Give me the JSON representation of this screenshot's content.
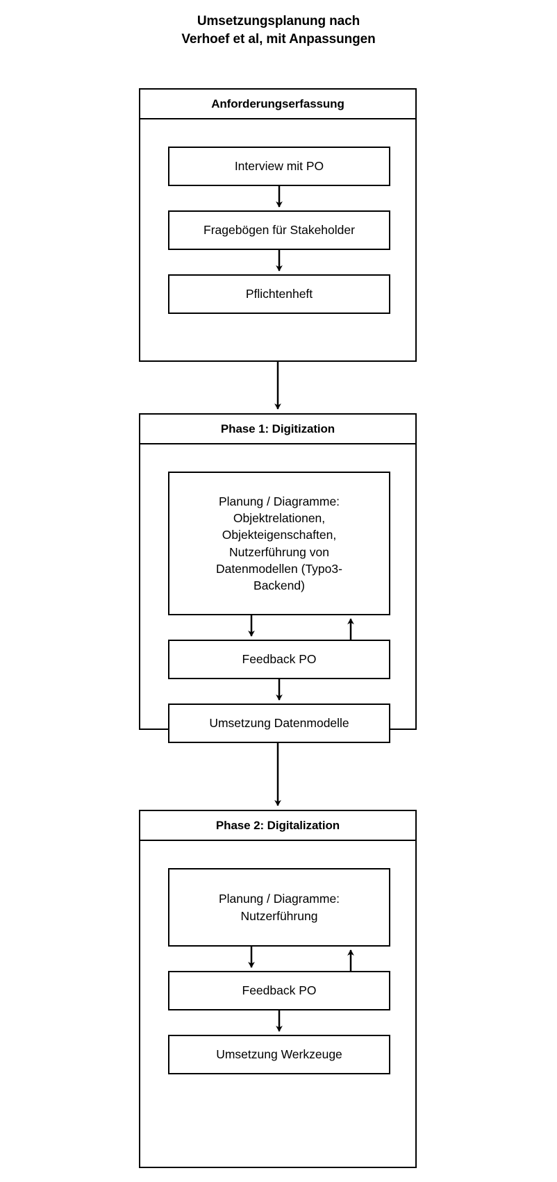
{
  "title": {
    "line1": "Umsetzungsplanung nach",
    "line2": "Verhoef et al, mit Anpassungen"
  },
  "colors": {
    "stroke": "#000000",
    "background": "#ffffff",
    "text": "#000000"
  },
  "phases": [
    {
      "id": "anforderungserfassung",
      "header": "Anforderungserfassung",
      "nodes": [
        {
          "id": "interview-mit-po",
          "label": "Interview mit PO"
        },
        {
          "id": "fragebogen-fuer-stakeholder",
          "label": "Fragebögen für Stakeholder"
        },
        {
          "id": "pflichtenheft",
          "label": "Pflichtenheft"
        }
      ]
    },
    {
      "id": "phase-1-digitization",
      "header": "Phase 1: Digitization",
      "nodes": [
        {
          "id": "planung-diagramme-datenmodelle",
          "label": "Planung / Diagramme:\nObjektrelationen,\nObjekteigenschaften,\nNutzerführung von\nDatenmodellen (Typo3-\nBackend)"
        },
        {
          "id": "feedback-po-1",
          "label": "Feedback PO"
        },
        {
          "id": "umsetzung-datenmodelle",
          "label": "Umsetzung Datenmodelle"
        }
      ]
    },
    {
      "id": "phase-2-digitalization",
      "header": "Phase 2: Digitalization",
      "nodes": [
        {
          "id": "planung-diagramme-nutzerfuehrung",
          "label": "Planung / Diagramme:\nNutzerführung"
        },
        {
          "id": "feedback-po-2",
          "label": "Feedback PO"
        },
        {
          "id": "umsetzung-werkzeuge",
          "label": "Umsetzung Werkzeuge"
        }
      ]
    }
  ],
  "connections": [
    {
      "from": "interview-mit-po",
      "to": "fragebogen-fuer-stakeholder",
      "direction": "down"
    },
    {
      "from": "fragebogen-fuer-stakeholder",
      "to": "pflichtenheft",
      "direction": "down"
    },
    {
      "from": "anforderungserfassung",
      "to": "phase-1-digitization",
      "direction": "down"
    },
    {
      "from": "planung-diagramme-datenmodelle",
      "to": "feedback-po-1",
      "direction": "down"
    },
    {
      "from": "feedback-po-1",
      "to": "planung-diagramme-datenmodelle",
      "direction": "up"
    },
    {
      "from": "feedback-po-1",
      "to": "umsetzung-datenmodelle",
      "direction": "down"
    },
    {
      "from": "phase-1-digitization",
      "to": "phase-2-digitalization",
      "direction": "down"
    },
    {
      "from": "planung-diagramme-nutzerfuehrung",
      "to": "feedback-po-2",
      "direction": "down"
    },
    {
      "from": "feedback-po-2",
      "to": "planung-diagramme-nutzerfuehrung",
      "direction": "up"
    },
    {
      "from": "feedback-po-2",
      "to": "umsetzung-werkzeuge",
      "direction": "down"
    }
  ]
}
